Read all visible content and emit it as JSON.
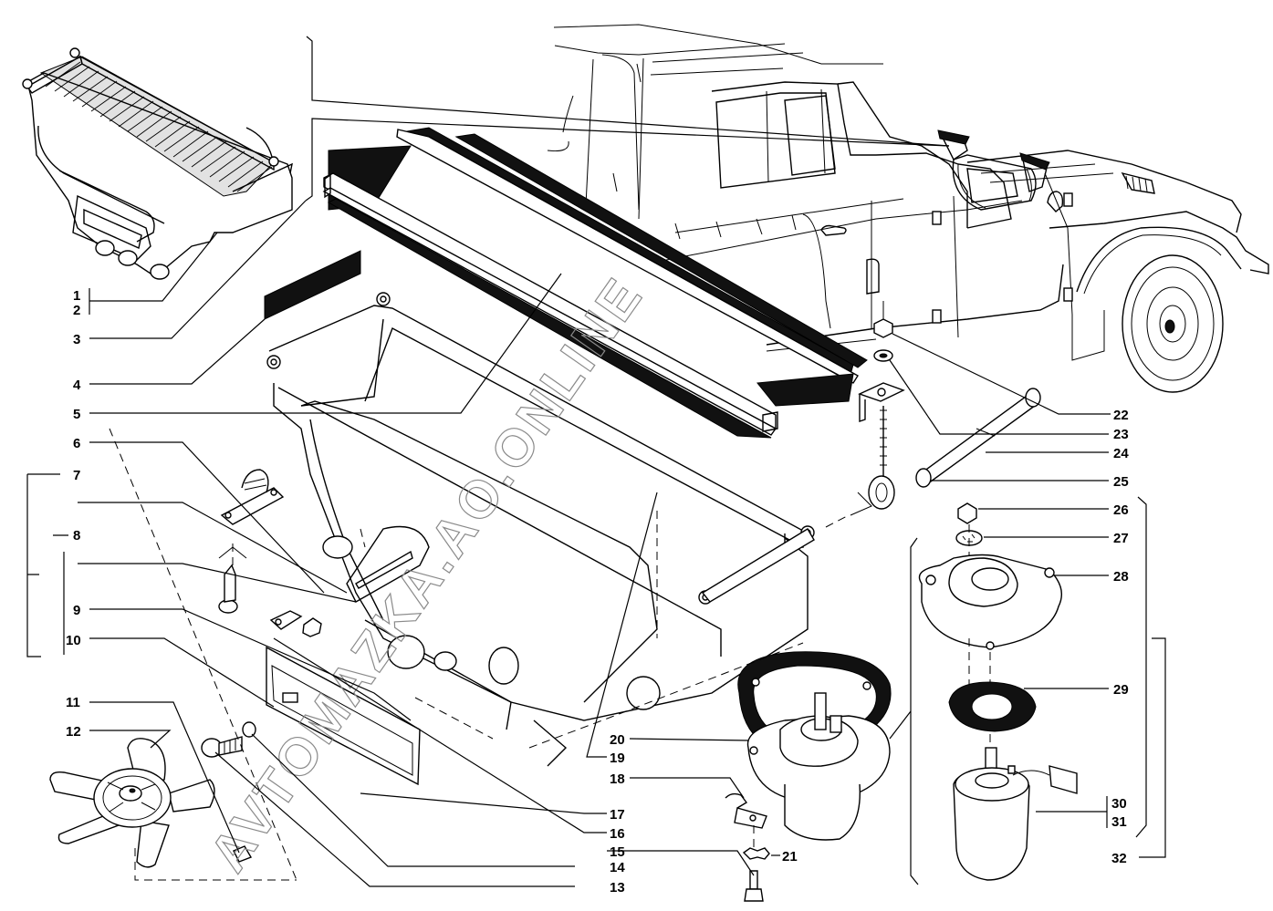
{
  "diagram": {
    "title": "Heater / ventilation unit exploded parts view",
    "watermark": "AVTOMAZKA.AO.ONLINE",
    "callouts_left": [
      {
        "id": "c1",
        "label": "1"
      },
      {
        "id": "c2",
        "label": "2"
      },
      {
        "id": "c3",
        "label": "3"
      },
      {
        "id": "c4",
        "label": "4"
      },
      {
        "id": "c5",
        "label": "5"
      },
      {
        "id": "c6",
        "label": "6"
      },
      {
        "id": "c7",
        "label": "7"
      },
      {
        "id": "c8",
        "label": "8"
      },
      {
        "id": "c9",
        "label": "9"
      },
      {
        "id": "c10",
        "label": "10"
      },
      {
        "id": "c11",
        "label": "11"
      },
      {
        "id": "c12",
        "label": "12"
      }
    ],
    "callouts_bottom": [
      {
        "id": "c13",
        "label": "13"
      },
      {
        "id": "c14",
        "label": "14"
      },
      {
        "id": "c15",
        "label": "15"
      },
      {
        "id": "c16",
        "label": "16"
      },
      {
        "id": "c17",
        "label": "17"
      },
      {
        "id": "c18",
        "label": "18"
      },
      {
        "id": "c19",
        "label": "19"
      },
      {
        "id": "c20",
        "label": "20"
      },
      {
        "id": "c21",
        "label": "21"
      }
    ],
    "callouts_right": [
      {
        "id": "c22",
        "label": "22"
      },
      {
        "id": "c23",
        "label": "23"
      },
      {
        "id": "c24",
        "label": "24"
      },
      {
        "id": "c25",
        "label": "25"
      },
      {
        "id": "c26",
        "label": "26"
      },
      {
        "id": "c27",
        "label": "27"
      },
      {
        "id": "c28",
        "label": "28"
      },
      {
        "id": "c29",
        "label": "29"
      },
      {
        "id": "c30",
        "label": "30"
      },
      {
        "id": "c31",
        "label": "31"
      },
      {
        "id": "c32",
        "label": "32"
      }
    ]
  }
}
